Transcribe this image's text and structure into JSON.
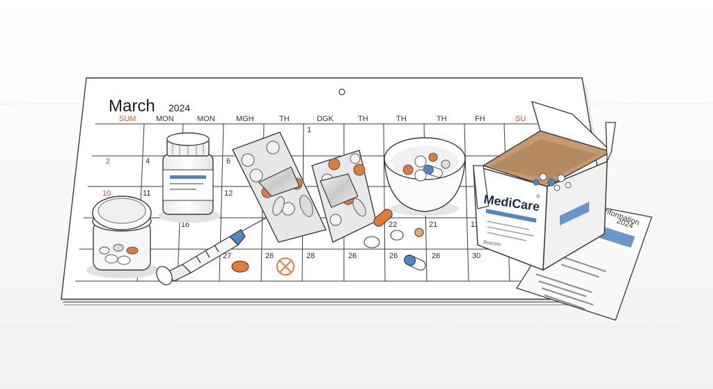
{
  "calendar": {
    "month": "March",
    "year": "2024",
    "weekday_headers": [
      "SUM",
      "MON",
      "MON",
      "MGH",
      "TH",
      "DGK",
      "TH",
      "TH",
      "TH",
      "FH",
      "SU"
    ],
    "day_numbers": [
      {
        "label": "1",
        "highlight": false
      },
      {
        "label": "2",
        "highlight": true
      },
      {
        "label": "4",
        "highlight": false
      },
      {
        "label": "6",
        "highlight": false
      },
      {
        "label": "10",
        "highlight": true
      },
      {
        "label": "11",
        "highlight": false
      },
      {
        "label": "12",
        "highlight": false
      },
      {
        "label": "16",
        "highlight": false
      },
      {
        "label": "11",
        "highlight": false
      },
      {
        "label": "22",
        "highlight": false
      },
      {
        "label": "21",
        "highlight": false
      },
      {
        "label": "12",
        "highlight": false
      },
      {
        "label": "2",
        "highlight": true
      },
      {
        "label": "4",
        "highlight": false
      },
      {
        "label": "27",
        "highlight": false
      },
      {
        "label": "26",
        "highlight": false
      },
      {
        "label": "28",
        "highlight": false
      },
      {
        "label": "26",
        "highlight": false
      },
      {
        "label": "26",
        "highlight": false
      },
      {
        "label": "26",
        "highlight": false
      },
      {
        "label": "30",
        "highlight": false
      }
    ]
  },
  "box": {
    "brand": "MediCare",
    "mark": "®",
    "footer": "Boscom"
  },
  "leaflet": {
    "title": "Information",
    "year": "2024"
  },
  "colors": {
    "accent_orange": "#e07b3c",
    "accent_blue": "#4f86c6",
    "line": "#3a3a3a",
    "paper": "#ffffff"
  }
}
